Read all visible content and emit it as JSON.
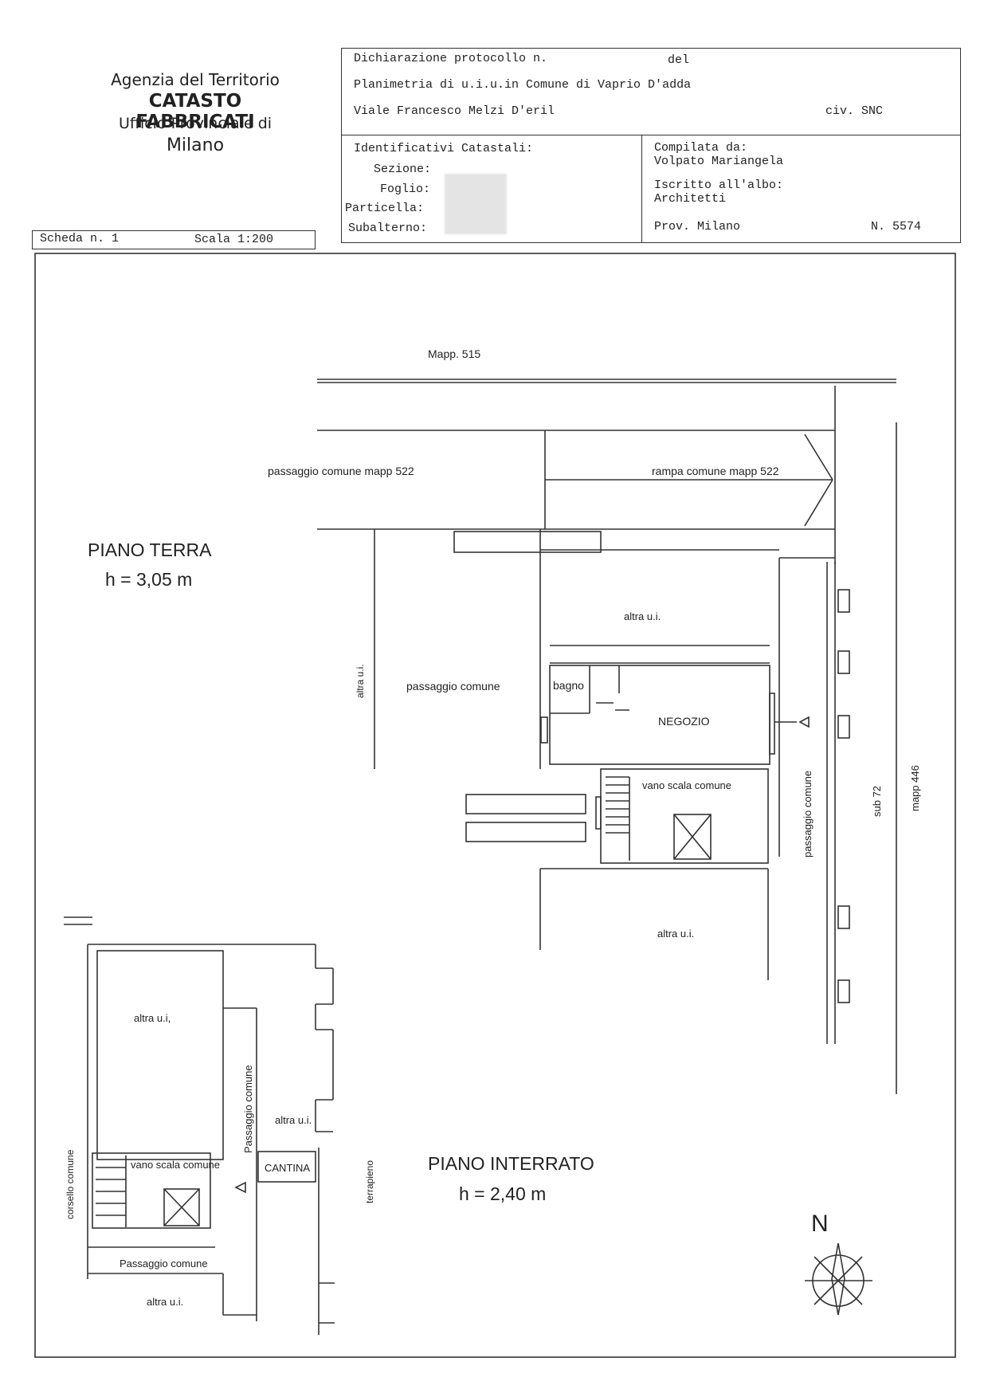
{
  "agency": {
    "line1": "Agenzia del Territorio",
    "line2": "CATASTO FABBRICATI",
    "line3": "Ufficio Provinciale di",
    "line4": "Milano"
  },
  "header": {
    "protocol_label": "Dichiarazione protocollo n.",
    "del_label": "del",
    "planimetria": "Planimetria di u.i.u.in Comune di Vaprio D'adda",
    "address": "Viale Francesco Melzi D'eril",
    "civic": "civ. SNC",
    "identificativi_label": "Identificativi Catastali:",
    "sezione_label": "Sezione:",
    "foglio_label": "Foglio:",
    "particella_label": "Particella:",
    "subalterno_label": "Subalterno:",
    "compilata_label": "Compilata da:",
    "compilata_name": "Volpato Mariangela",
    "iscritto_label": "Iscritto all'albo:",
    "iscritto_value": "Architetti",
    "prov": "Prov. Milano",
    "numero": "N. 5574",
    "scheda": "Scheda n. 1",
    "scala": "Scala 1:200"
  },
  "plan": {
    "mapp515": "Mapp. 515",
    "passaggio_522": "passaggio comune mapp 522",
    "rampa_522": "rampa comune mapp 522",
    "piano_terra": "PIANO TERRA",
    "h_terra": "h = 3,05 m",
    "altra_ui_top": "altra u.i.",
    "altra_ui_vertical": "altra u.i.",
    "passaggio_comune_mid": "passaggio comune",
    "bagno": "bagno",
    "negozio": "NEGOZIO",
    "vano_scala_top": "vano scala comune",
    "passaggio_comune_vertical": "passaggio comune",
    "sub72": "sub 72",
    "mapp446": "mapp 446",
    "altra_ui_lower": "altra u.i.",
    "altra_ui_basement": "altra u.i,",
    "passaggio_comune_basement_vertical": "Passaggio comune",
    "altra_ui_small": "altra u.i.",
    "corsello_comune": "corsello comune",
    "vano_scala_basement": "vano scala comune",
    "cantina": "CANTINA",
    "terrapieno": "terrapieno",
    "piano_interrato": "PIANO INTERRATO",
    "h_interrato": "h = 2,40 m",
    "passaggio_comune_bottom": "Passaggio comune",
    "altra_ui_bottom": "altra u.i.",
    "north": "N"
  }
}
